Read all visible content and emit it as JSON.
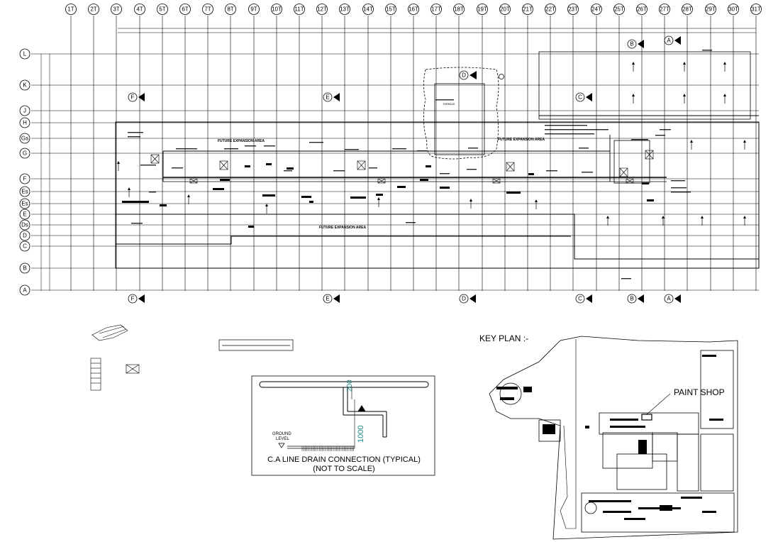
{
  "grid": {
    "top_labels": [
      "1T",
      "2T",
      "3T",
      "4T",
      "5T",
      "6T",
      "7T",
      "8T",
      "9T",
      "10T",
      "11T",
      "12T",
      "13T",
      "14T",
      "15T",
      "16T",
      "17T",
      "18T",
      "19T",
      "20T",
      "21T",
      "22T",
      "23T",
      "24T",
      "25T",
      "26T",
      "27T",
      "28T",
      "29T",
      "30T",
      "31T"
    ],
    "left_labels": [
      "L",
      "K",
      "J",
      "H",
      "Gs",
      "G",
      "F",
      "Es",
      "Es",
      "E",
      "Ds",
      "D",
      "C",
      "B",
      "A"
    ]
  },
  "section_markers": {
    "top": [
      "F",
      "E",
      "C",
      "B",
      "A"
    ],
    "bottom": [
      "F",
      "E",
      "D",
      "C",
      "B",
      "A"
    ],
    "plaza": "D"
  },
  "plan_labels": {
    "future_expansion_area_1": "FUTURE EXPANSION AREA",
    "future_expansion_area_2": "FUTURE EXPANSION AREA",
    "future_expansion_area_3": "FUTURE EXPANSION AREA",
    "terrace": "TERRACE"
  },
  "detail": {
    "dim_200": "200",
    "dim_1000": "1000",
    "ground_level_1": "GROUND",
    "ground_level_2": "LEVEL",
    "caption_1": "C.A LINE DRAIN CONNECTION (TYPICAL)",
    "caption_2": "(NOT TO SCALE)"
  },
  "key_plan": {
    "title": "KEY PLAN :-",
    "highlight": "PAINT SHOP"
  }
}
